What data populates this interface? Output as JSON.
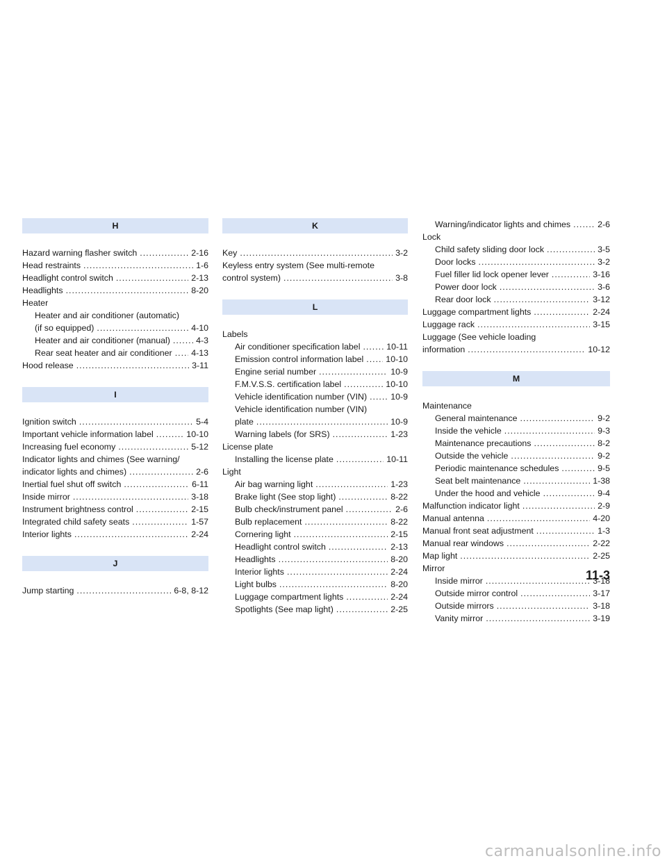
{
  "page_number": "11-3",
  "watermark": "carmanualsonline.info",
  "col1": {
    "H": {
      "header": "H",
      "e0": {
        "label": "Hazard warning flasher switch",
        "page": "2-16"
      },
      "e1": {
        "label": "Head restraints",
        "page": "1-6"
      },
      "e2": {
        "label": "Headlight control switch",
        "page": "2-13"
      },
      "e3": {
        "label": "Headlights",
        "page": "8-20"
      },
      "heater": "Heater",
      "e4a": "Heater and air conditioner (automatic)",
      "e4b": {
        "label": "(if so equipped)",
        "page": "4-10"
      },
      "e5": {
        "label": "Heater and air conditioner (manual)",
        "page": "4-3"
      },
      "e6": {
        "label": "Rear seat heater and air conditioner",
        "page": "4-13"
      },
      "e7": {
        "label": "Hood release",
        "page": "3-11"
      }
    },
    "I": {
      "header": "I",
      "e0": {
        "label": "Ignition switch",
        "page": "5-4"
      },
      "e1": {
        "label": "Important vehicle information label",
        "page": "10-10"
      },
      "e2": {
        "label": "Increasing fuel economy",
        "page": "5-12"
      },
      "e3a": "Indicator lights and chimes (See warning/",
      "e3b": {
        "label": "indicator lights and chimes)",
        "page": "2-6"
      },
      "e4": {
        "label": "Inertial fuel shut off switch",
        "page": "6-11"
      },
      "e5": {
        "label": "Inside mirror",
        "page": "3-18"
      },
      "e6": {
        "label": "Instrument brightness control",
        "page": "2-15"
      },
      "e7": {
        "label": "Integrated child safety seats",
        "page": "1-57"
      },
      "e8": {
        "label": "Interior lights",
        "page": "2-24"
      }
    },
    "J": {
      "header": "J",
      "e0": {
        "label": "Jump starting",
        "page": "6-8, 8-12"
      }
    }
  },
  "col2": {
    "K": {
      "header": "K",
      "e0": {
        "label": "Key",
        "page": "3-2"
      },
      "e1a": "Keyless entry system (See multi-remote",
      "e1b": {
        "label": "control system)",
        "page": "3-8"
      }
    },
    "L": {
      "header": "L",
      "labels": "Labels",
      "e0": {
        "label": "Air conditioner specification label",
        "page": "10-11"
      },
      "e1": {
        "label": "Emission control information label",
        "page": "10-10"
      },
      "e2": {
        "label": "Engine serial number",
        "page": "10-9"
      },
      "e3": {
        "label": "F.M.V.S.S. certification label",
        "page": "10-10"
      },
      "e4": {
        "label": "Vehicle identification number (VIN)",
        "page": "10-9"
      },
      "e5a": "Vehicle identification number (VIN)",
      "e5b": {
        "label": "plate",
        "page": "10-9"
      },
      "e6": {
        "label": "Warning labels (for SRS)",
        "page": "1-23"
      },
      "license": "License plate",
      "e7": {
        "label": "Installing the license plate",
        "page": "10-11"
      },
      "light": "Light",
      "e8": {
        "label": "Air bag warning light",
        "page": "1-23"
      },
      "e9": {
        "label": "Brake light (See stop light)",
        "page": "8-22"
      },
      "e10": {
        "label": "Bulb check/instrument panel",
        "page": "2-6"
      },
      "e11": {
        "label": "Bulb replacement",
        "page": "8-22"
      },
      "e12": {
        "label": "Cornering light",
        "page": "2-15"
      },
      "e13": {
        "label": "Headlight control switch",
        "page": "2-13"
      },
      "e14": {
        "label": "Headlights",
        "page": "8-20"
      },
      "e15": {
        "label": "Interior lights",
        "page": "2-24"
      },
      "e16": {
        "label": "Light bulbs",
        "page": "8-20"
      },
      "e17": {
        "label": "Luggage compartment lights",
        "page": "2-24"
      },
      "e18": {
        "label": "Spotlights (See map light)",
        "page": "2-25"
      }
    }
  },
  "col3": {
    "L2": {
      "e0": {
        "label": "Warning/indicator lights and chimes",
        "page": "2-6"
      },
      "lock": "Lock",
      "e1": {
        "label": "Child safety sliding door lock",
        "page": "3-5"
      },
      "e2": {
        "label": "Door locks",
        "page": "3-2"
      },
      "e3": {
        "label": "Fuel filler lid lock opener lever",
        "page": "3-16"
      },
      "e4": {
        "label": "Power door lock",
        "page": "3-6"
      },
      "e5": {
        "label": "Rear door lock",
        "page": "3-12"
      },
      "e6": {
        "label": "Luggage compartment lights",
        "page": "2-24"
      },
      "e7": {
        "label": "Luggage rack",
        "page": "3-15"
      },
      "e8a": "Luggage (See vehicle loading",
      "e8b": {
        "label": "information",
        "page": "10-12"
      }
    },
    "M": {
      "header": "M",
      "maint": "Maintenance",
      "e0": {
        "label": "General maintenance",
        "page": "9-2"
      },
      "e1": {
        "label": "Inside the vehicle",
        "page": "9-3"
      },
      "e2": {
        "label": "Maintenance precautions",
        "page": "8-2"
      },
      "e3": {
        "label": "Outside the vehicle",
        "page": "9-2"
      },
      "e4": {
        "label": "Periodic maintenance schedules",
        "page": "9-5"
      },
      "e5": {
        "label": "Seat belt maintenance",
        "page": "1-38"
      },
      "e6": {
        "label": "Under the hood and vehicle",
        "page": "9-4"
      },
      "e7": {
        "label": "Malfunction indicator light",
        "page": "2-9"
      },
      "e8": {
        "label": "Manual antenna",
        "page": "4-20"
      },
      "e9": {
        "label": "Manual front seat adjustment",
        "page": "1-3"
      },
      "e10": {
        "label": "Manual rear windows",
        "page": "2-22"
      },
      "e11": {
        "label": "Map light",
        "page": "2-25"
      },
      "mirror": "Mirror",
      "e12": {
        "label": "Inside mirror",
        "page": "3-18"
      },
      "e13": {
        "label": "Outside mirror control",
        "page": "3-17"
      },
      "e14": {
        "label": "Outside mirrors",
        "page": "3-18"
      },
      "e15": {
        "label": "Vanity mirror",
        "page": "3-19"
      }
    }
  }
}
